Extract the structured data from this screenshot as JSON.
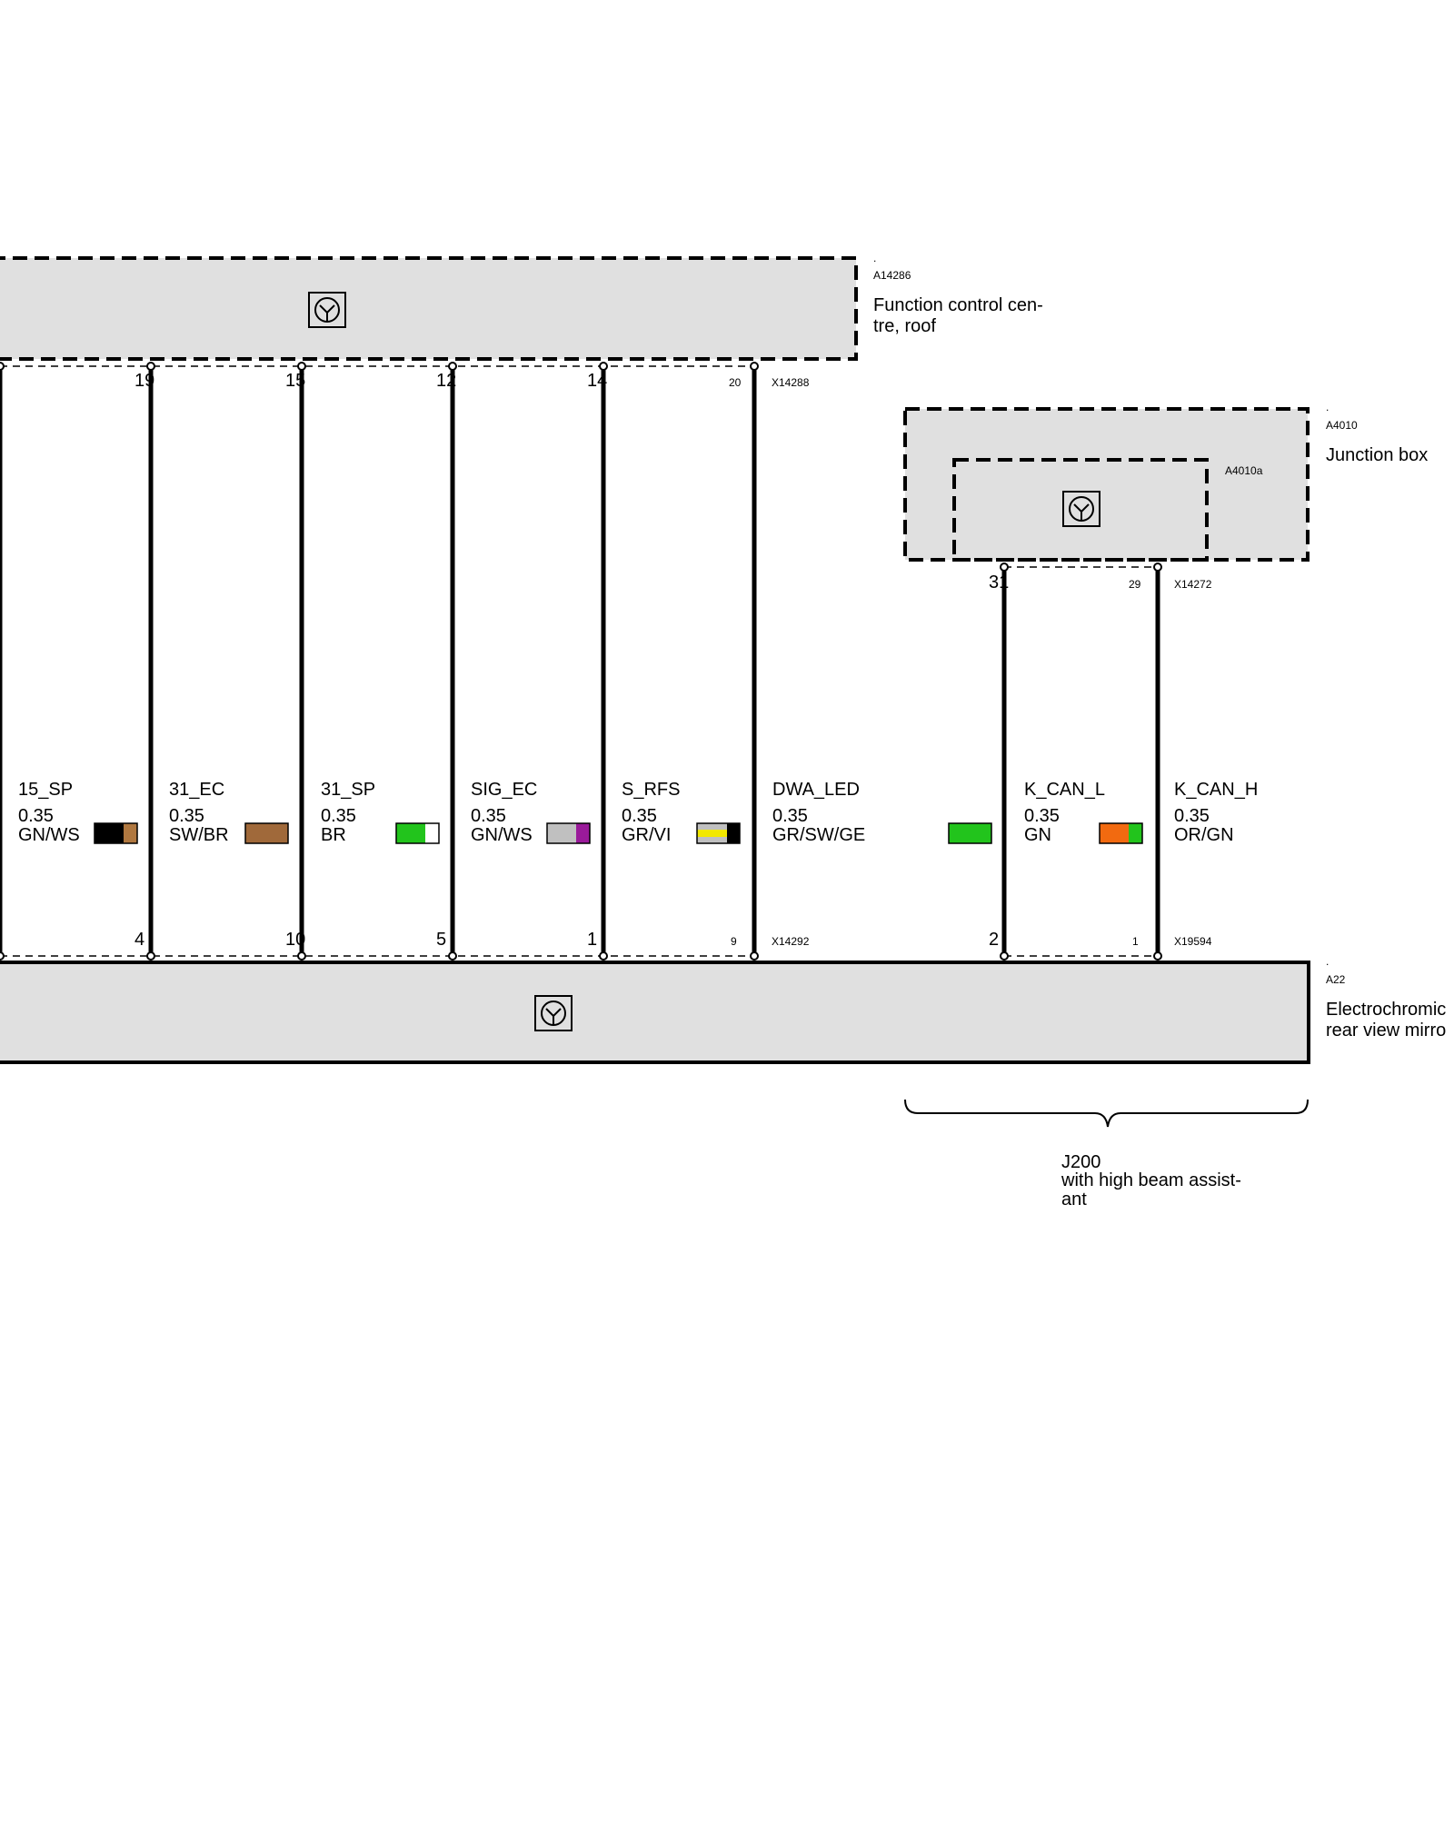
{
  "components": {
    "top": {
      "dot": ".",
      "id": "A14286",
      "name_line1": "Function control cen-",
      "name_line2": "tre, roof",
      "connector": "X14288",
      "icon": "control-unit-icon"
    },
    "junction": {
      "dot": ".",
      "id": "A4010",
      "name": "Junction box",
      "inner_id": "A4010a",
      "connector": "X14272",
      "icon": "control-unit-icon"
    },
    "bottom": {
      "dot": ".",
      "id": "A22",
      "name_line1": "Electrochromic",
      "name_line2": "rear view mirro",
      "connector_main": "X14292",
      "connector_right": "X19594",
      "icon": "control-unit-icon"
    }
  },
  "wires": [
    {
      "signal": "15_SP",
      "size": "0.35",
      "color_code": "GN/WS",
      "pin_top": "19",
      "pin_bottom": "4",
      "swatch": [
        "#000000",
        "#b07840"
      ]
    },
    {
      "signal": "31_EC",
      "size": "0.35",
      "color_code": "SW/BR",
      "pin_top": "15",
      "pin_bottom": "10",
      "swatch": [
        "#a0693a"
      ]
    },
    {
      "signal": "31_SP",
      "size": "0.35",
      "color_code": "BR",
      "pin_top": "12",
      "pin_bottom": "5",
      "swatch": [
        "#22c41c",
        "#ffffff"
      ]
    },
    {
      "signal": "SIG_EC",
      "size": "0.35",
      "color_code": "GN/WS",
      "pin_top": "14",
      "pin_bottom": "1",
      "swatch": [
        "#c0c0c0",
        "#9a1a9a"
      ]
    },
    {
      "signal": "S_RFS",
      "size": "0.35",
      "color_code": "GR/VI",
      "pin_top": "20",
      "pin_bottom": "9",
      "swatch": [
        "#c0c0c0",
        "#f2e800",
        "#000000"
      ]
    },
    {
      "signal": "DWA_LED",
      "size": "0.35",
      "color_code": "GR/SW/GE",
      "swatch": [
        "#22c41c"
      ]
    },
    {
      "signal": "K_CAN_L",
      "size": "0.35",
      "color_code": "GN",
      "pin_top": "31",
      "pin_bottom": "2",
      "swatch": [
        "#f26a10",
        "#22c41c"
      ]
    },
    {
      "signal": "K_CAN_H",
      "size": "0.35",
      "color_code": "OR/GN",
      "pin_top": "29",
      "pin_bottom": "1"
    }
  ],
  "variant": {
    "code": "J200",
    "line1": "with high beam assist-",
    "line2": "ant"
  },
  "colors": {
    "module_fill": "#e0e0e0",
    "line": "#000000"
  }
}
